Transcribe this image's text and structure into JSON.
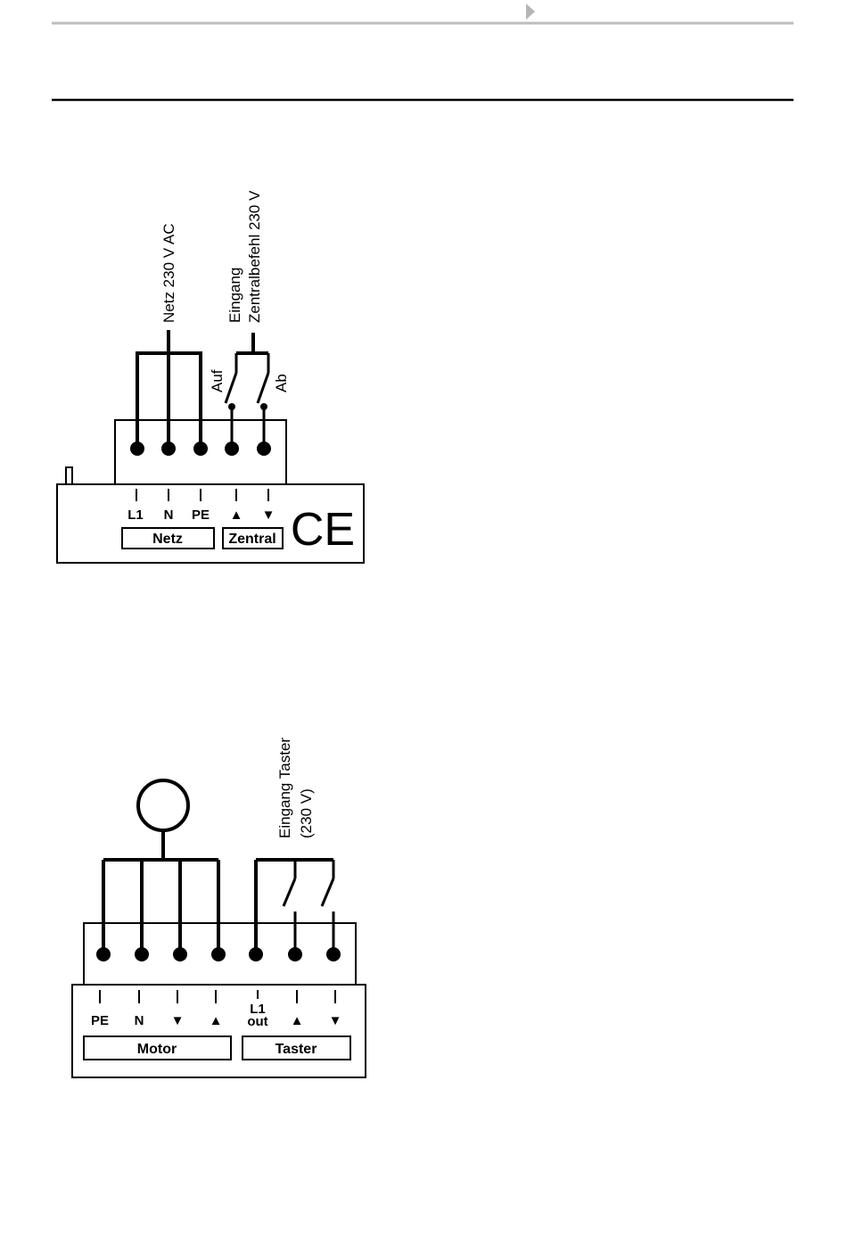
{
  "header": {
    "arrow_icon": "play-triangle-icon"
  },
  "diagram1": {
    "labels": {
      "netz": "Netz 230 V AC",
      "eingang": "Eingang",
      "zentralbefehl": "Zentralbefehl 230 V",
      "auf": "Auf",
      "ab": "Ab"
    },
    "terminals": {
      "l1": "L1",
      "n": "N",
      "pe": "PE",
      "up": "▲",
      "down": "▼"
    },
    "groups": {
      "netz": "Netz",
      "zentral": "Zentral"
    },
    "ce_mark": "CE"
  },
  "diagram2": {
    "labels": {
      "eingang_taster": "Eingang Taster",
      "volt": "(230 V)"
    },
    "terminals": {
      "pe": "PE",
      "n": "N",
      "down": "▼",
      "up": "▲",
      "l1": "L1",
      "out": "out"
    },
    "groups": {
      "motor": "Motor",
      "taster": "Taster"
    }
  }
}
